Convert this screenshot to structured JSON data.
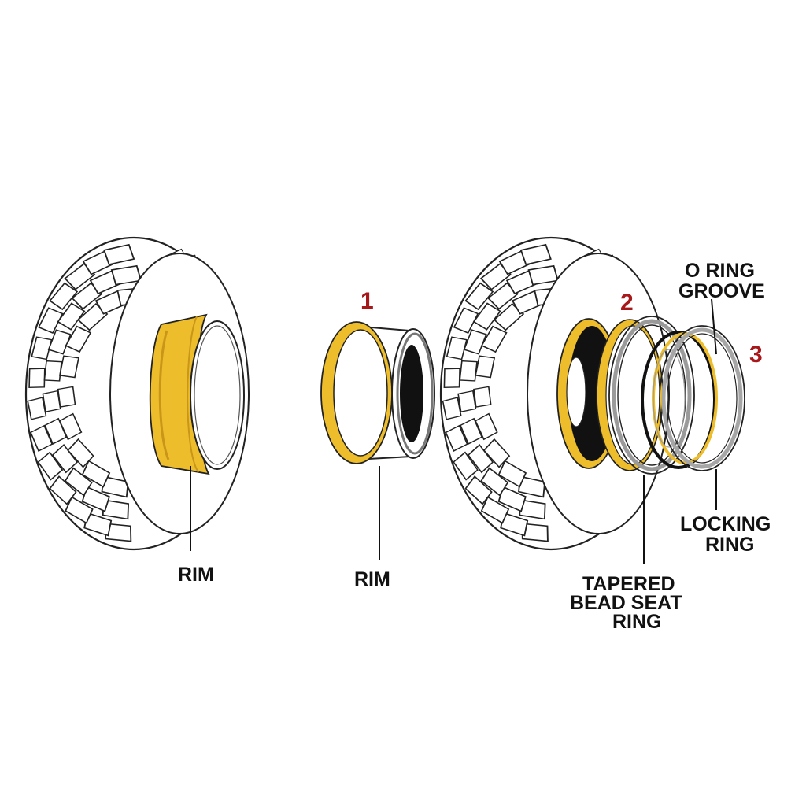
{
  "labels": {
    "rim_left": "RIM",
    "rim_middle": "RIM",
    "o_ring_groove_line1": "O RING",
    "o_ring_groove_line2": "GROOVE",
    "locking_ring_line1": "LOCKING",
    "locking_ring_line2": "RING",
    "tapered_line1": "TAPERED",
    "tapered_line2": "BEAD SEAT",
    "tapered_line3": "RING"
  },
  "step_numbers": {
    "step1": "1",
    "step2": "2",
    "step3": "3"
  },
  "colors": {
    "rim_gold": "#eebd2c",
    "rim_gold_dark": "#c9961a",
    "step_number_red": "#a8171a",
    "line": "#222222",
    "ring_gray": "#9a9a9a"
  }
}
